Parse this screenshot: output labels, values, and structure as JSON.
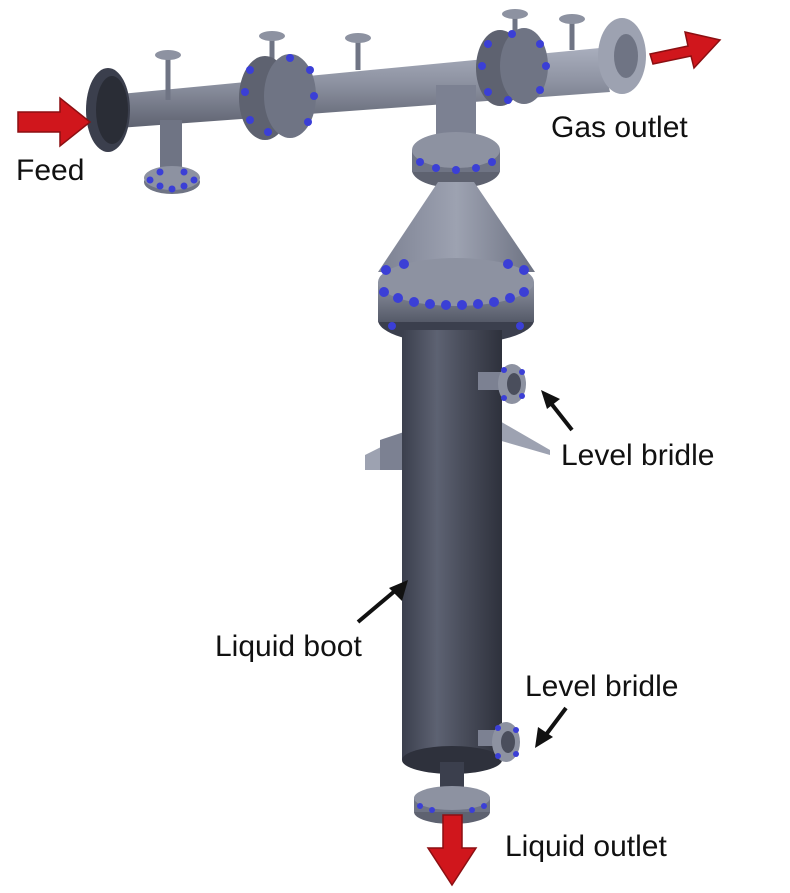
{
  "labels": {
    "feed": "Feed",
    "gas_outlet": "Gas outlet",
    "level_bridle_upper": "Level bridle",
    "liquid_boot": "Liquid boot",
    "level_bridle_lower": "Level bridle",
    "liquid_outlet": "Liquid outlet"
  },
  "colors": {
    "background": "#ffffff",
    "steel_light": "#9a9fae",
    "steel_mid": "#6f7484",
    "steel_dark": "#3b3f4d",
    "bolt_blue": "#3b3fd6",
    "flow_arrow_red": "#d0161c",
    "pointer_black": "#111111",
    "text": "#111111"
  },
  "icons": {
    "flow_arrow": "flow-arrow-icon",
    "pointer_arrow": "pointer-arrow-icon"
  }
}
